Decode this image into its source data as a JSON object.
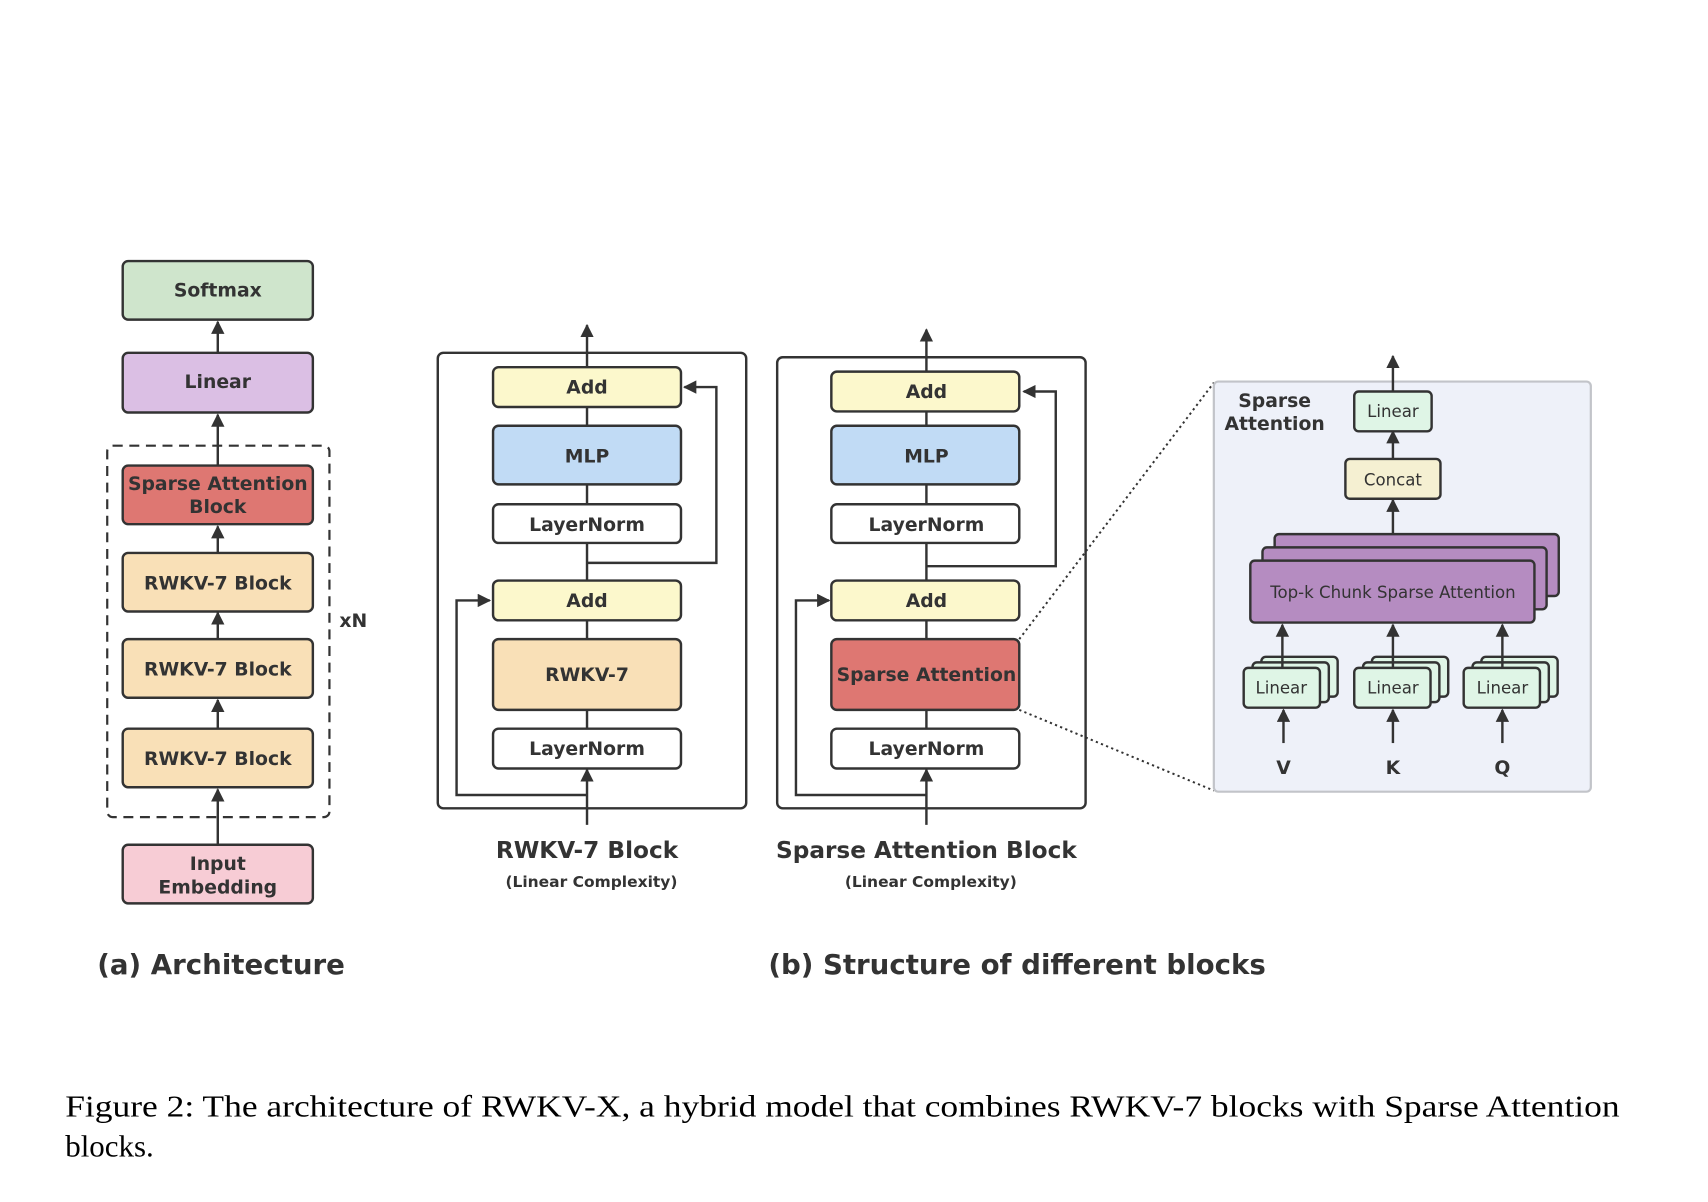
{
  "colors": {
    "softmax": "#cfe5cc",
    "linear": "#dbbfe4",
    "sparse_attention": "#de7772",
    "rwkv": "#f9e0b7",
    "input_embedding": "#f7ccd5",
    "add": "#fcf8cc",
    "mlp": "#c1dbf5",
    "layernorm": "#ffffff",
    "panel_bg": "#eef1f9",
    "panel_border": "#c2c4c9",
    "topk": "#b58cc1",
    "small_linear": "#dff5e6",
    "concat": "#f5f0d2"
  },
  "architecture": {
    "blocks": {
      "softmax": "Softmax",
      "linear": "Linear",
      "sparse_attention_line1": "Sparse Attention",
      "sparse_attention_line2": "Block",
      "rwkv_block_1": "RWKV-7 Block",
      "rwkv_block_2": "RWKV-7 Block",
      "rwkv_block_3": "RWKV-7 Block",
      "input_line1": "Input",
      "input_line2": "Embedding"
    },
    "repeat_label": "xN",
    "section_label": "(a) Architecture"
  },
  "rwkv_block": {
    "add_top": "Add",
    "mlp": "MLP",
    "layernorm_top": "LayerNorm",
    "add_bottom": "Add",
    "core": "RWKV-7",
    "layernorm_bottom": "LayerNorm",
    "title": "RWKV-7 Block",
    "subtitle": "(Linear Complexity)"
  },
  "sparse_block": {
    "add_top": "Add",
    "mlp": "MLP",
    "layernorm_top": "LayerNorm",
    "add_bottom": "Add",
    "core": "Sparse Attention",
    "layernorm_bottom": "LayerNorm",
    "title": "Sparse Attention Block",
    "subtitle": "(Linear Complexity)"
  },
  "sparse_detail": {
    "title_line1": "Sparse",
    "title_line2": "Attention",
    "output_linear": "Linear",
    "concat": "Concat",
    "topk": "Top-k Chunk Sparse Attention",
    "linear_v": "Linear",
    "linear_k": "Linear",
    "linear_q": "Linear",
    "input_v": "V",
    "input_k": "K",
    "input_q": "Q"
  },
  "structure_section_label": "(b) Structure of different blocks",
  "caption": {
    "line1": "Figure 2: The architecture of RWKV-X, a hybrid model that combines RWKV-7 blocks with Sparse Attention",
    "line2": "blocks."
  }
}
